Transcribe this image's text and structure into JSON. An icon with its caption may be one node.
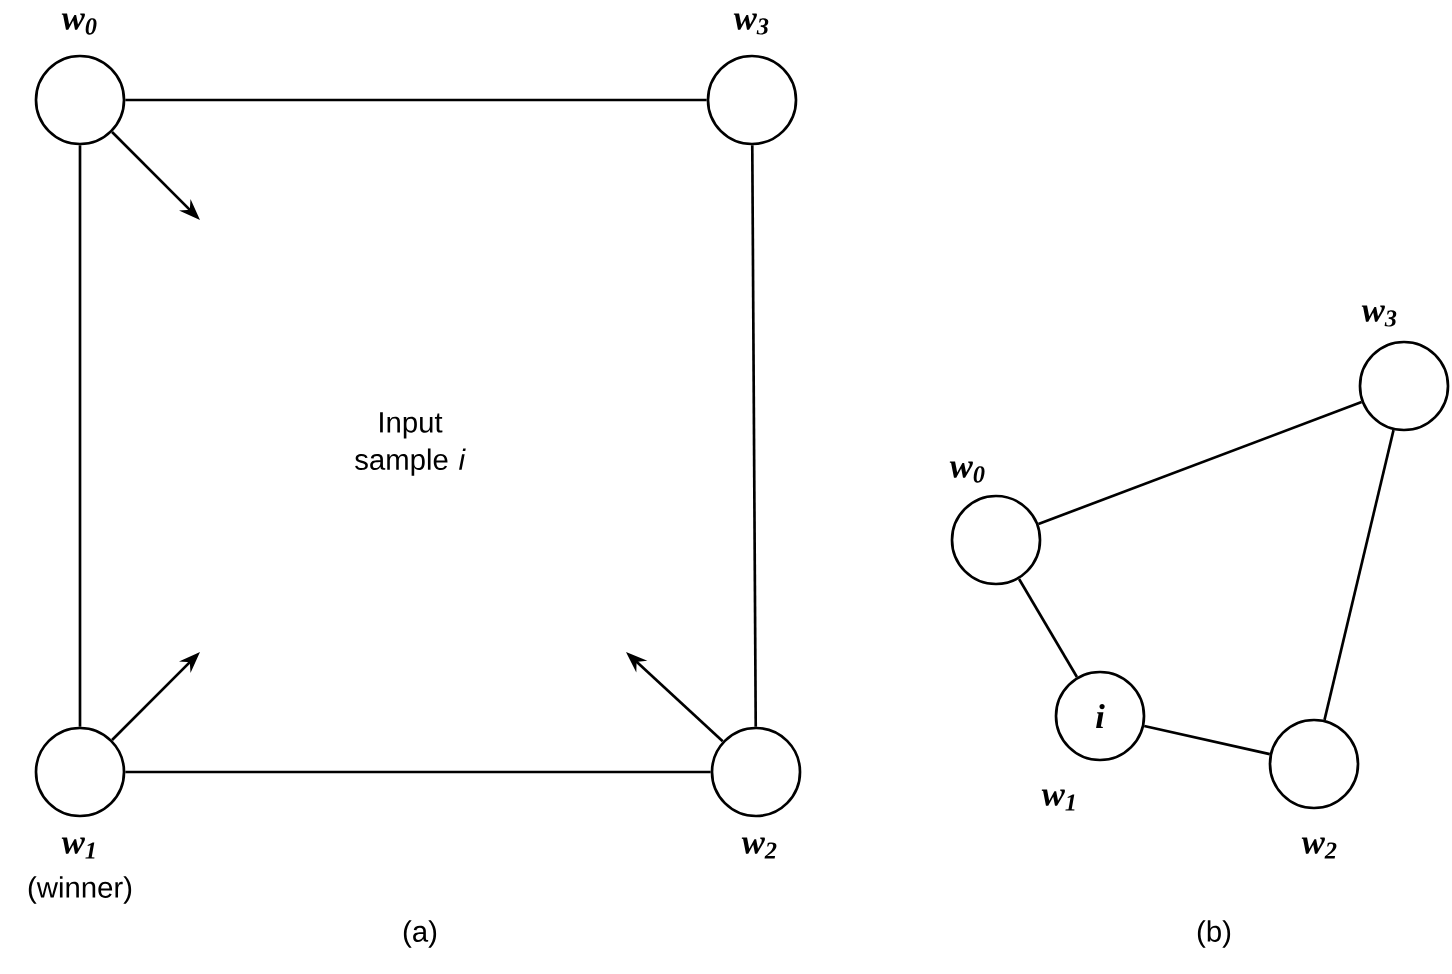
{
  "diagram": {
    "nodes": [
      {
        "text": [
          "w$_{0}$"
        ]
      },
      {
        "text": [
          "w$_{3}$"
        ]
      },
      {
        "text": [
          "w$_{1}$"
        ],
        "beside": [
          "(winner)"
        ]
      },
      {
        "text": [
          "w$_{2}$"
        ]
      },
      {
        "text": [
          "w$_{3}$"
        ]
      },
      {
        "text": [
          "w$_{0}$"
        ]
      },
      {
        "text": [
          "i",
          "w$_{1}$"
        ]
      },
      {
        "text": [
          "w$_{2}$"
        ]
      }
    ],
    "edges": [
      {
        "from": 0,
        "to": 1,
        "arrow": "none"
      },
      {
        "from": 0,
        "to": 2,
        "arrow": "none"
      },
      {
        "from": 1,
        "to": 3,
        "arrow": "none"
      },
      {
        "from": 2,
        "to": 3,
        "arrow": "none"
      },
      {
        "from": 0,
        "to": null,
        "arrow": "to"
      },
      {
        "from": 2,
        "to": null,
        "arrow": "to"
      },
      {
        "from": 3,
        "to": null,
        "arrow": "to"
      },
      {
        "from": 5,
        "to": 4,
        "arrow": "none"
      },
      {
        "from": 5,
        "to": 6,
        "arrow": "none"
      },
      {
        "from": 6,
        "to": 7,
        "arrow": "none"
      },
      {
        "from": 7,
        "to": 4,
        "arrow": "none"
      }
    ],
    "labels": [
      "Input sample *i*",
      "(a)",
      "(b)"
    ]
  }
}
